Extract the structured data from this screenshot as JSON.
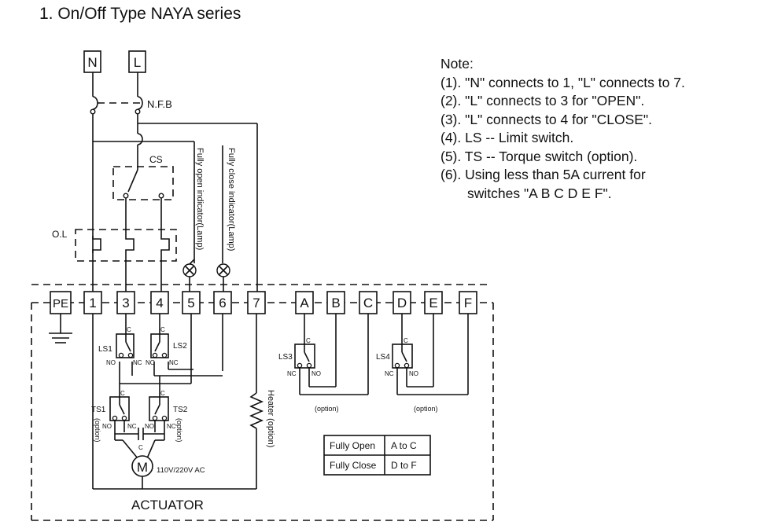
{
  "title": "1. On/Off Type NAYA series",
  "notes": {
    "heading": "Note:",
    "items": [
      "(1). \"N\" connects to 1, \"L\" connects to 7.",
      "(2). \"L\" connects to 3 for \"OPEN\".",
      "(3). \"L\" connects to 4 for \"CLOSE\".",
      "(4). LS -- Limit switch.",
      "(5). TS -- Torque switch (option).",
      "(6). Using less than 5A current for",
      "switches \"A B C D E F\"."
    ]
  },
  "supply": {
    "neutral": "N",
    "line": "L",
    "breaker": "N.F.B"
  },
  "components": {
    "cs": "CS",
    "ol": "O.L",
    "open_lamp": "Fully open indicator(Lamp)",
    "close_lamp": "Fully close indicator(Lamp)",
    "heater": "Heater (option)",
    "motor": "M",
    "motor_voltage": "110V/220V AC",
    "capacitor_c": "C",
    "actuator": "ACTUATOR"
  },
  "terminals": [
    "PE",
    "1",
    "3",
    "4",
    "5",
    "6",
    "7",
    "A",
    "B",
    "C",
    "D",
    "E",
    "F"
  ],
  "switches": {
    "ls1": "LS1",
    "ls2": "LS2",
    "ls3": "LS3",
    "ls4": "LS4",
    "ts1": "TS1",
    "ts2": "TS2",
    "c": "C",
    "no": "NO",
    "nc": "NC",
    "option": "(option)"
  },
  "table": {
    "rows": [
      [
        "Fully Open",
        "A to C"
      ],
      [
        "Fully Close",
        "D to F"
      ]
    ]
  }
}
